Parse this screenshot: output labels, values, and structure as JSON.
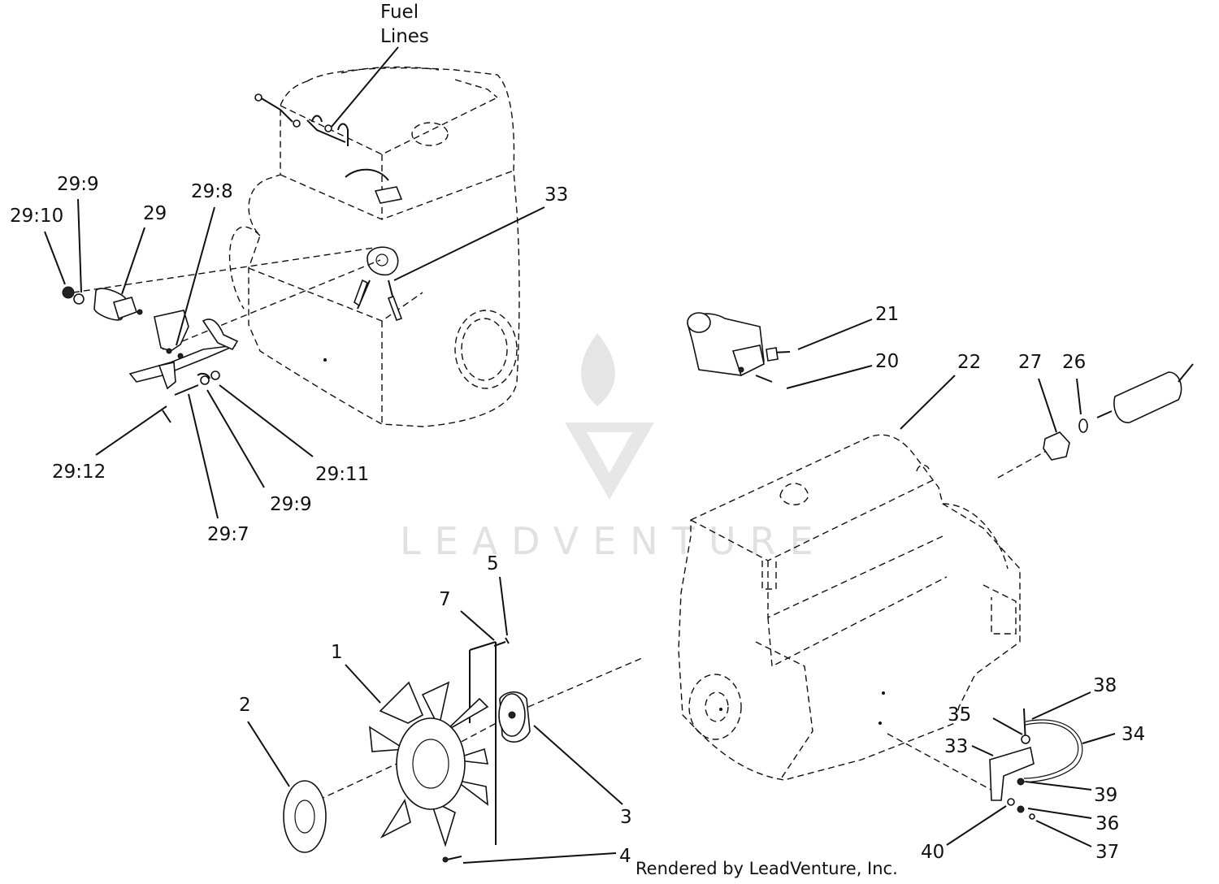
{
  "watermark": {
    "text": "LEADVENTURE"
  },
  "footer": {
    "text": "Rendered by LeadVenture, Inc."
  },
  "callouts": {
    "fuel_lines_1": "Fuel",
    "fuel_lines_2": "Lines",
    "c29_10": "29:10",
    "c29_9_top": "29:9",
    "c29": "29",
    "c29_8": "29:8",
    "c33_top": "33",
    "c21": "21",
    "c20": "20",
    "c22": "22",
    "c27": "27",
    "c26": "26",
    "c29_12": "29:12",
    "c29_11": "29:11",
    "c29_9_bottom": "29:9",
    "c29_7": "29:7",
    "c5": "5",
    "c7": "7",
    "c1": "1",
    "c2": "2",
    "c3": "3",
    "c4": "4",
    "c38": "38",
    "c35": "35",
    "c34": "34",
    "c33_bottom": "33",
    "c39": "39",
    "c36": "36",
    "c37": "37",
    "c40": "40"
  }
}
